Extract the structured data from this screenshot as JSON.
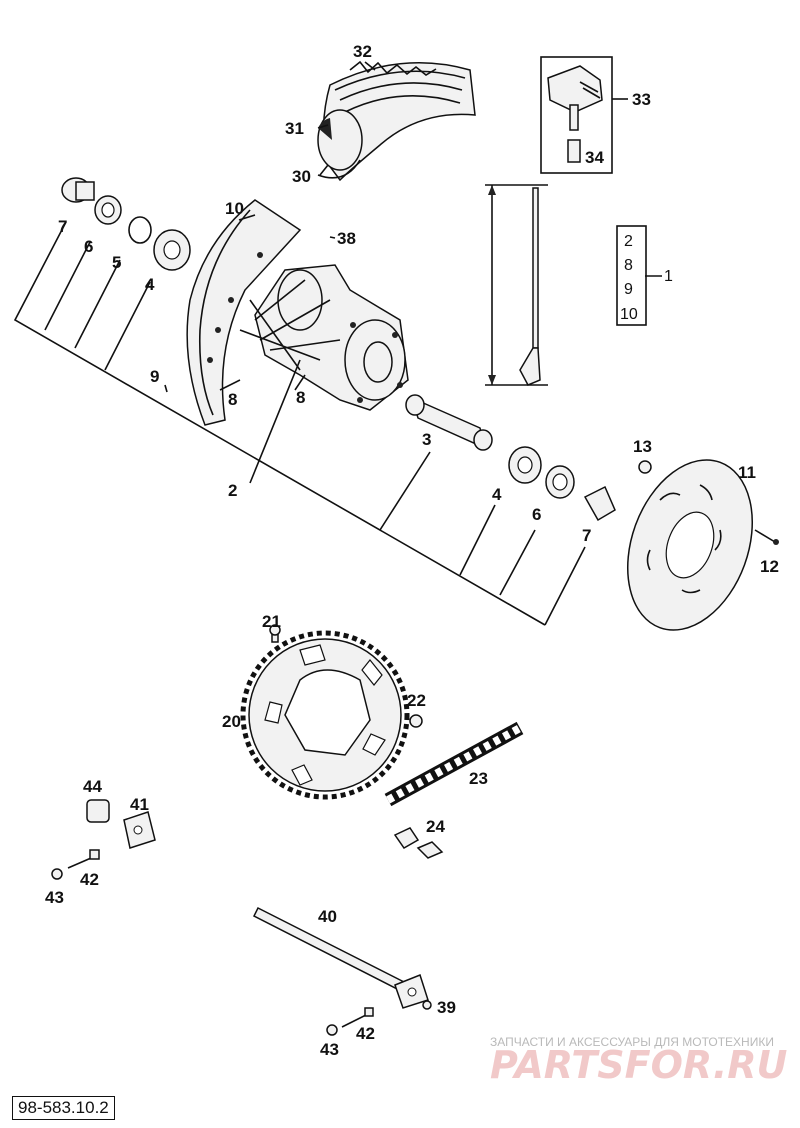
{
  "callouts": {
    "c32": "32",
    "c31": "31",
    "c30": "30",
    "c33": "33",
    "c34": "34",
    "c10a": "10",
    "c38": "38",
    "c7a": "7",
    "c6a": "6",
    "c5": "5",
    "c4a": "4",
    "c9": "9",
    "c8a": "8",
    "c8b": "8",
    "c2": "2",
    "c3": "3",
    "c4b": "4",
    "c6b": "6",
    "c7b": "7",
    "c13": "13",
    "c11": "11",
    "c12": "12",
    "c21": "21",
    "c22": "22",
    "c20": "20",
    "c23": "23",
    "c24": "24",
    "c44": "44",
    "c41": "41",
    "c42a": "42",
    "c43a": "43",
    "c40": "40",
    "c39": "39",
    "c42b": "42",
    "c43b": "43",
    "c1": "1"
  },
  "kit_box": {
    "items": [
      "2",
      "8",
      "9",
      "10"
    ],
    "label": "1"
  },
  "diagram_code": "98-583.10.2",
  "watermark": {
    "caption": "ЗАПЧАСТИ И АКСЕССУАРЫ ДЛЯ МОТОТЕХНИКИ",
    "logo": "PARTSFOR.RU"
  },
  "colors": {
    "line": "#111111",
    "watermark_logo": "#f1c9c9",
    "watermark_text": "#b9b9b9"
  }
}
